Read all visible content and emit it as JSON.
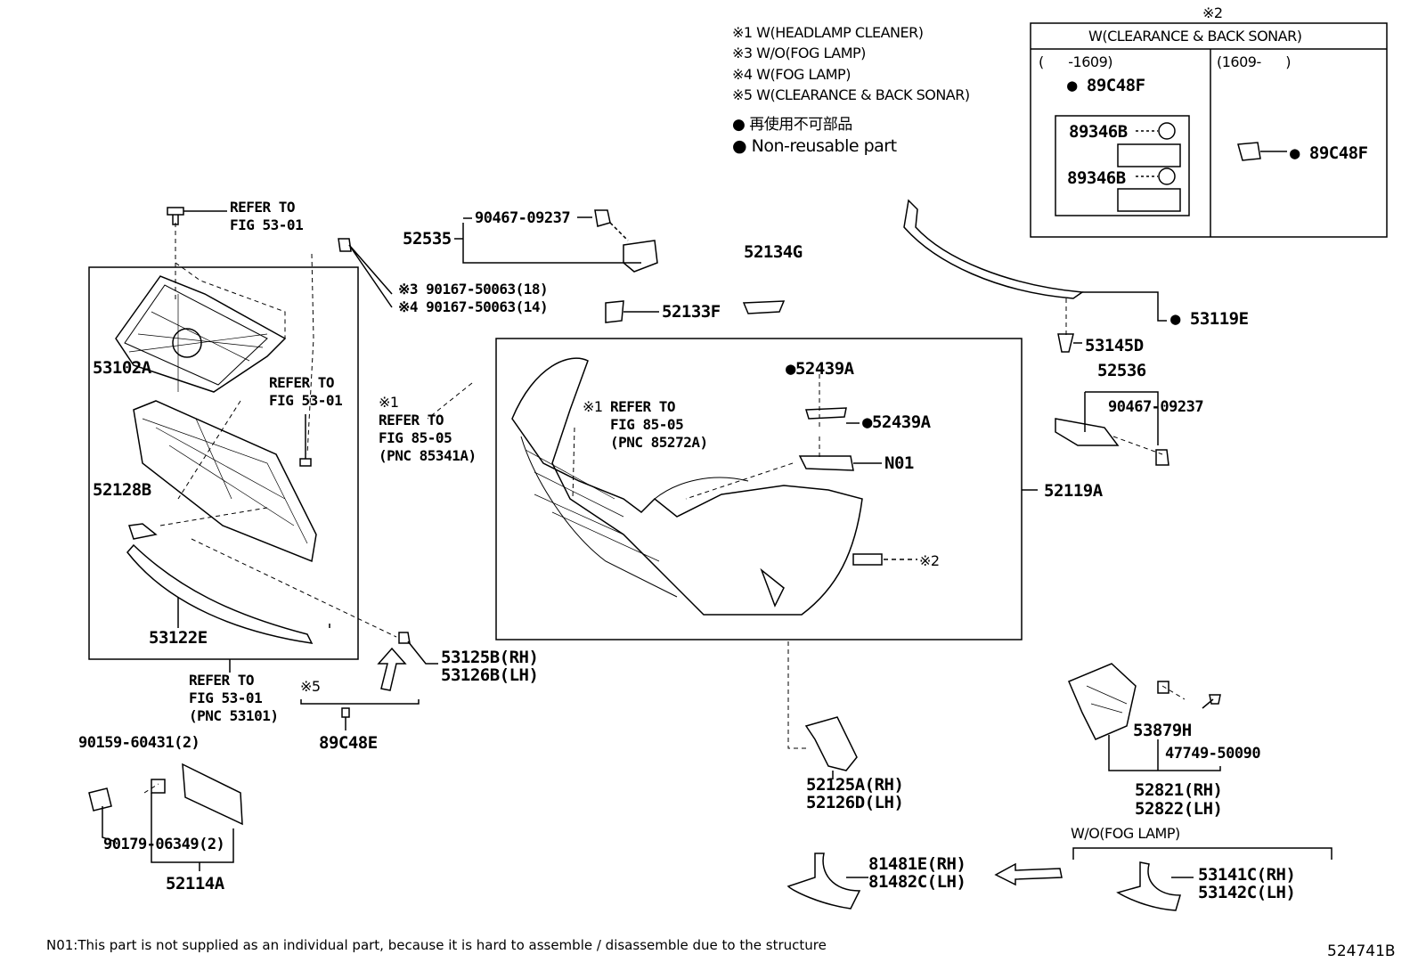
{
  "legend": {
    "notes": [
      "※1 W(HEADLAMP CLEANER)",
      "※3 W/O(FOG LAMP)",
      "※4 W(FOG LAMP)",
      "※5 W(CLEARANCE & BACK SONAR)"
    ],
    "nonreusable_jp": "● 再使用不可部品",
    "nonreusable_en": "● Non-reusable part"
  },
  "sonar_box": {
    "mark": "※2",
    "title": "W(CLEARANCE & BACK SONAR)",
    "left_range": "(      -1609)",
    "right_range": "(1609-      )",
    "left_part": "● 89C48F",
    "sub_part_1": "89346B",
    "sub_part_2": "89346B",
    "right_part": "● 89C48F"
  },
  "parts": {
    "p90467_top": "90467-09237",
    "p52535": "52535",
    "p52134G": "52134G",
    "p52133F": "52133F",
    "p90167_a": "※3 90167-50063(18)",
    "p90167_b": "※4 90167-50063(14)",
    "p53102A": "53102A",
    "p52128B": "52128B",
    "p53122E": "53122E",
    "p53125B": "53125B(RH)",
    "p53126B": "53126B(LH)",
    "p89C48E": "89C48E",
    "mark5": "※5",
    "p90159": "90159-60431(2)",
    "p90179": "90179-06349(2)",
    "p52114A": "52114A",
    "p52439A_1": "●52439A",
    "p52439A_2": "●52439A",
    "pN01": "N01",
    "p52119A": "52119A",
    "mark2": "※2",
    "p53119E": "● 53119E",
    "p53145D": "53145D",
    "p52536": "52536",
    "p90467_right": "90467-09237",
    "p52125A": "52125A(RH)",
    "p52126D": "52126D(LH)",
    "p53879H": "53879H",
    "p47749": "47749-50090",
    "p52821": "52821(RH)",
    "p52822": "52822(LH)",
    "wo_fog": "W/O(FOG LAMP)",
    "p81481E": "81481E(RH)",
    "p81482C": "81482C(LH)",
    "p53141C": "53141C(RH)",
    "p53142C": "53142C(LH)"
  },
  "refs": {
    "r1": "REFER TO\nFIG 53-01",
    "r2": "REFER TO\nFIG 53-01",
    "r3": "REFER TO\nFIG 53-01\n(PNC 53101)",
    "r4": "REFER TO\nFIG 85-05\n(PNC 85341A)",
    "r4_mark": "※1",
    "r5": "REFER TO\nFIG 85-05\n(PNC 85272A)",
    "r5_mark": "※1"
  },
  "footer": {
    "note": "N01:This part is not supplied as an individual part, because it is hard to assemble / disassemble due to the structure",
    "code": "524741B"
  }
}
